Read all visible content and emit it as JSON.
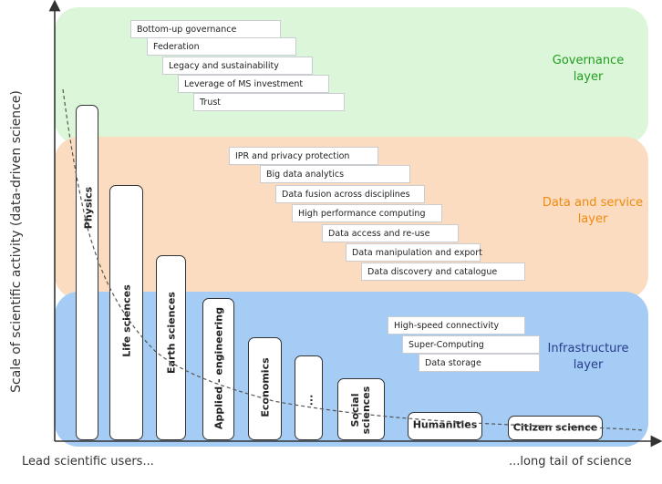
{
  "y_axis_label": "Scale of scientific activity  (data-driven science)",
  "x_axis_left_label": "Lead scientific users...",
  "x_axis_right_label": "...long tail of science",
  "layers": {
    "governance": {
      "name_line1": "Governance",
      "name_line2": "layer",
      "color": "#1f9e1f",
      "bg": "#dcf6d9"
    },
    "data_service": {
      "name_line1": "Data and service",
      "name_line2": "layer",
      "color": "#f08a10",
      "bg": "#fbdcc0"
    },
    "infrastructure": {
      "name_line1": "Infrastructure",
      "name_line2": "layer",
      "color": "#263c8c",
      "bg": "#a5ccf5"
    }
  },
  "governance_items": [
    "Bottom-up governance",
    "Federation",
    "Legacy and sustainability",
    "Leverage of MS investment",
    "Trust"
  ],
  "data_service_items": [
    "IPR and privacy protection",
    "Big data analytics",
    "Data fusion across disciplines",
    "High performance computing",
    "Data access and re-use",
    "Data manipulation and export",
    "Data discovery and catalogue"
  ],
  "infrastructure_items": [
    "High-speed connectivity",
    "Super-Computing",
    "Data storage"
  ],
  "disciplines": [
    "Physics",
    "Life sciences",
    "Earth sciences",
    "Applied - engineering",
    "Economics",
    "...",
    "Social sciences",
    "Humanities",
    "Citizen science"
  ]
}
